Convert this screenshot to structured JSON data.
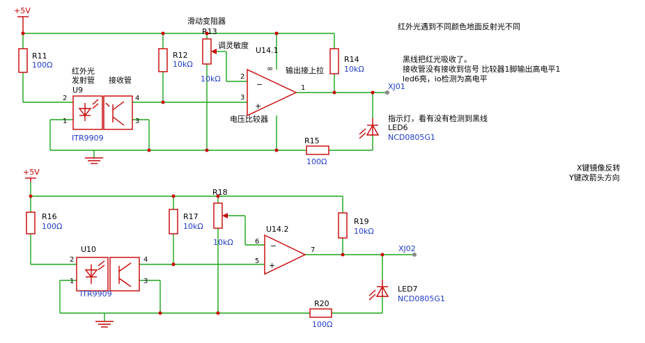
{
  "power": {
    "top_label": "+5V",
    "bottom_label": "+5V"
  },
  "annotations": {
    "title_note": "红外光遇到不同颜色地面反射光不同",
    "black_line_1": "黑线把红光吸收了。",
    "black_line_2": "接收管没有接收到信号   比较器1脚输出高电平1",
    "black_line_3": "led6亮，io检测为高电平",
    "indicator_note": "指示灯，看有没有检测到黑线",
    "x_key": "X键镜像反转",
    "y_key": "Y键改箭头方向",
    "ir_label_1": "红外光",
    "ir_label_2": "发射管",
    "receiver_label": "接收管",
    "slide_res": "滑动变阻器",
    "sens": "调灵敏度",
    "pullup": "输出接上拉",
    "comparator": "电压比较器"
  },
  "components": {
    "R11": {
      "ref": "R11",
      "value": "100Ω"
    },
    "R12": {
      "ref": "R12",
      "value": "10kΩ"
    },
    "R13": {
      "ref": "R13",
      "value": "10kΩ"
    },
    "R14": {
      "ref": "R14",
      "value": "10kΩ"
    },
    "R15": {
      "ref": "R15",
      "value": "100Ω"
    },
    "U9": {
      "ref": "U9",
      "value": "ITR9909"
    },
    "U14_1": {
      "ref": "U14.1",
      "sym": "∞"
    },
    "LED6": {
      "ref": "LED6",
      "value": "NCD0805G1"
    },
    "R16": {
      "ref": "R16",
      "value": "100Ω"
    },
    "R17": {
      "ref": "R17",
      "value": "10kΩ"
    },
    "R18": {
      "ref": "R18",
      "value": "10kΩ"
    },
    "R19": {
      "ref": "R19",
      "value": "10kΩ"
    },
    "R20": {
      "ref": "R20",
      "value": "100Ω"
    },
    "U10": {
      "ref": "U10",
      "value": "ITR9909"
    },
    "U14_2": {
      "ref": "U14.2"
    },
    "LED7": {
      "ref": "LED7",
      "value": "NCD0805G1"
    }
  },
  "nets": {
    "xj01": "XJ01",
    "xj02": "XJ02"
  },
  "pins": {
    "u9_2": "2",
    "u9_1": "1",
    "u9_4": "4",
    "u9_3": "3",
    "u14_2": "2",
    "u14_3": "3",
    "u14_1": "1",
    "u10_2": "2",
    "u10_1": "1",
    "u10_4": "4",
    "u10_3": "3",
    "u14b_6": "6",
    "u14b_5": "5",
    "u14b_7": "7"
  },
  "colors": {
    "wire": "#1aa51a",
    "component": "#c80000",
    "value_text": "#1f3cc8"
  }
}
